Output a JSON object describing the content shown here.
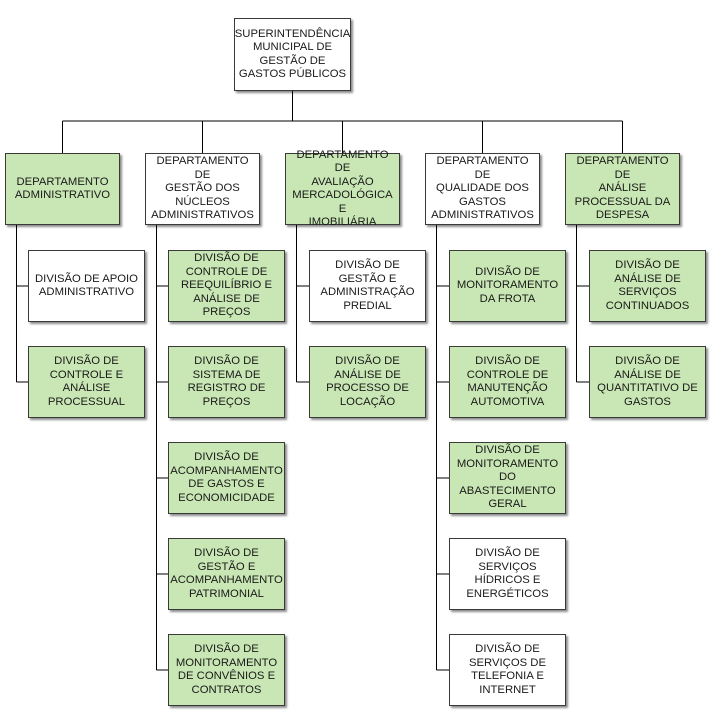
{
  "colors": {
    "filled": "#c9e7b4",
    "plain": "#ffffff",
    "line": "#000000"
  },
  "root": {
    "label": "SUPERINTENDÊNCIA\nMUNICIPAL DE\nGESTÃO DE\nGASTOS PÚBLICOS",
    "fill": "white"
  },
  "departments": [
    {
      "label": "DEPARTAMENTO\nADMINISTRATIVO",
      "fill": "green",
      "divisions": [
        {
          "label": "DIVISÃO DE APOIO\nADMINISTRATIVO",
          "fill": "white"
        },
        {
          "label": "DIVISÃO DE\nCONTROLE E\nANÁLISE\nPROCESSUAL",
          "fill": "green"
        }
      ]
    },
    {
      "label": "DEPARTAMENTO DE\nGESTÃO DOS\nNÚCLEOS\nADMINISTRATIVOS",
      "fill": "white",
      "divisions": [
        {
          "label": "DIVISÃO DE\nCONTROLE DE\nREEQUILÍBRIO E\nANÁLISE DE\nPREÇOS",
          "fill": "green"
        },
        {
          "label": "DIVISÃO DE\nSISTEMA DE\nREGISTRO DE\nPREÇOS",
          "fill": "green"
        },
        {
          "label": "DIVISÃO DE\nACOMPANHAMENTO\nDE GASTOS E\nECONOMICIDADE",
          "fill": "green"
        },
        {
          "label": "DIVISÃO DE\nGESTÃO E\nACOMPANHAMENTO\nPATRIMONIAL",
          "fill": "green"
        },
        {
          "label": "DIVISÃO DE\nMONITORAMENTO\nDE CONVÊNIOS E\nCONTRATOS",
          "fill": "green"
        }
      ]
    },
    {
      "label": "DEPARTAMENTO DE\nAVALIAÇÃO\nMERCADOLÓGICA E\nIMOBILIÁRIA",
      "fill": "green",
      "divisions": [
        {
          "label": "DIVISÃO DE\nGESTÃO E\nADMINISTRAÇÃO\nPREDIAL",
          "fill": "white"
        },
        {
          "label": "DIVISÃO DE\nANÁLISE DE\nPROCESSO DE\nLOCAÇÃO",
          "fill": "green"
        }
      ]
    },
    {
      "label": "DEPARTAMENTO DE\nQUALIDADE DOS\nGASTOS\nADMINISTRATIVOS",
      "fill": "white",
      "divisions": [
        {
          "label": "DIVISÃO DE\nMONITORAMENTO\nDA FROTA",
          "fill": "green"
        },
        {
          "label": "DIVISÃO DE\nCONTROLE DE\nMANUTENÇÃO\nAUTOMOTIVA",
          "fill": "green"
        },
        {
          "label": "DIVISÃO DE\nMONITORAMENTO\nDO\nABASTECIMENTO\nGERAL",
          "fill": "green"
        },
        {
          "label": "DIVISÃO DE\nSERVIÇOS\nHÍDRICOS E\nENERGÉTICOS",
          "fill": "white"
        },
        {
          "label": "DIVISÃO DE\nSERVIÇOS DE\nTELEFONIA E\nINTERNET",
          "fill": "white"
        }
      ]
    },
    {
      "label": "DEPARTAMENTO DE\nANÁLISE\nPROCESSUAL DA\nDESPESA",
      "fill": "green",
      "divisions": [
        {
          "label": "DIVISÃO DE\nANÁLISE DE\nSERVIÇOS\nCONTINUADOS",
          "fill": "green"
        },
        {
          "label": "DIVISÃO DE\nANÁLISE DE\nQUANTITATIVO DE\nGASTOS",
          "fill": "green"
        }
      ]
    }
  ]
}
